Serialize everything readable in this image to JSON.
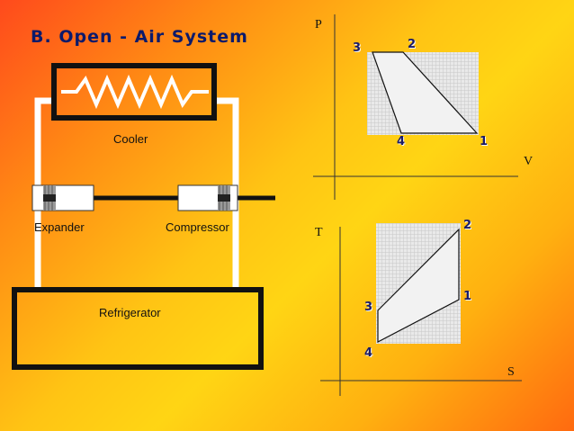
{
  "title": "B. Open - Air System",
  "components": {
    "cooler": "Cooler",
    "expander": "Expander",
    "compressor": "Compressor",
    "refrigerator": "Refrigerator"
  },
  "pv_diagram": {
    "y_axis": "P",
    "x_axis": "V",
    "points": {
      "p1": "1",
      "p2": "2",
      "p3": "3",
      "p4": "4"
    }
  },
  "ts_diagram": {
    "y_axis": "T",
    "x_axis": "S",
    "points": {
      "p1": "1",
      "p2": "2",
      "p3": "3",
      "p4": "4"
    }
  },
  "colors": {
    "outline": "#111111",
    "pipe": "#ffffff",
    "hatch": "#d8d8d8",
    "title": "#0b1a6b"
  }
}
